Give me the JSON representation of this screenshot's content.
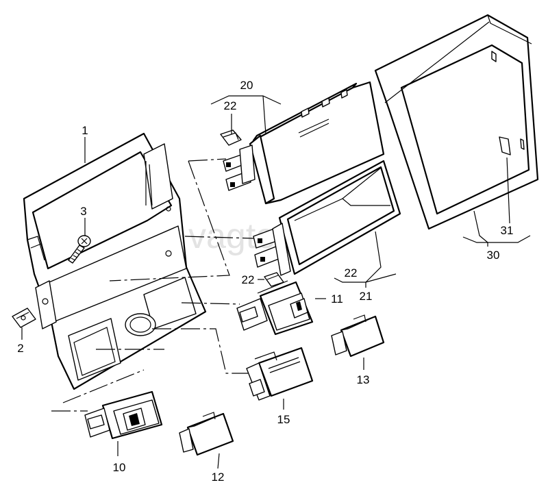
{
  "watermark": "vagtec.ru",
  "callouts": [
    {
      "id": "1",
      "text": "1"
    },
    {
      "id": "2",
      "text": "2"
    },
    {
      "id": "3",
      "text": "3"
    },
    {
      "id": "10",
      "text": "10"
    },
    {
      "id": "11",
      "text": "11"
    },
    {
      "id": "12",
      "text": "12"
    },
    {
      "id": "13",
      "text": "13"
    },
    {
      "id": "15",
      "text": "15"
    },
    {
      "id": "20",
      "text": "20"
    },
    {
      "id": "21",
      "text": "21"
    },
    {
      "id": "22a",
      "text": "22"
    },
    {
      "id": "22b",
      "text": "22"
    },
    {
      "id": "22c",
      "text": "22"
    },
    {
      "id": "30",
      "text": "30"
    },
    {
      "id": "31",
      "text": "31"
    }
  ],
  "colors": {
    "line": "#000000",
    "background": "#ffffff",
    "watermark": "#e3e3e3"
  }
}
